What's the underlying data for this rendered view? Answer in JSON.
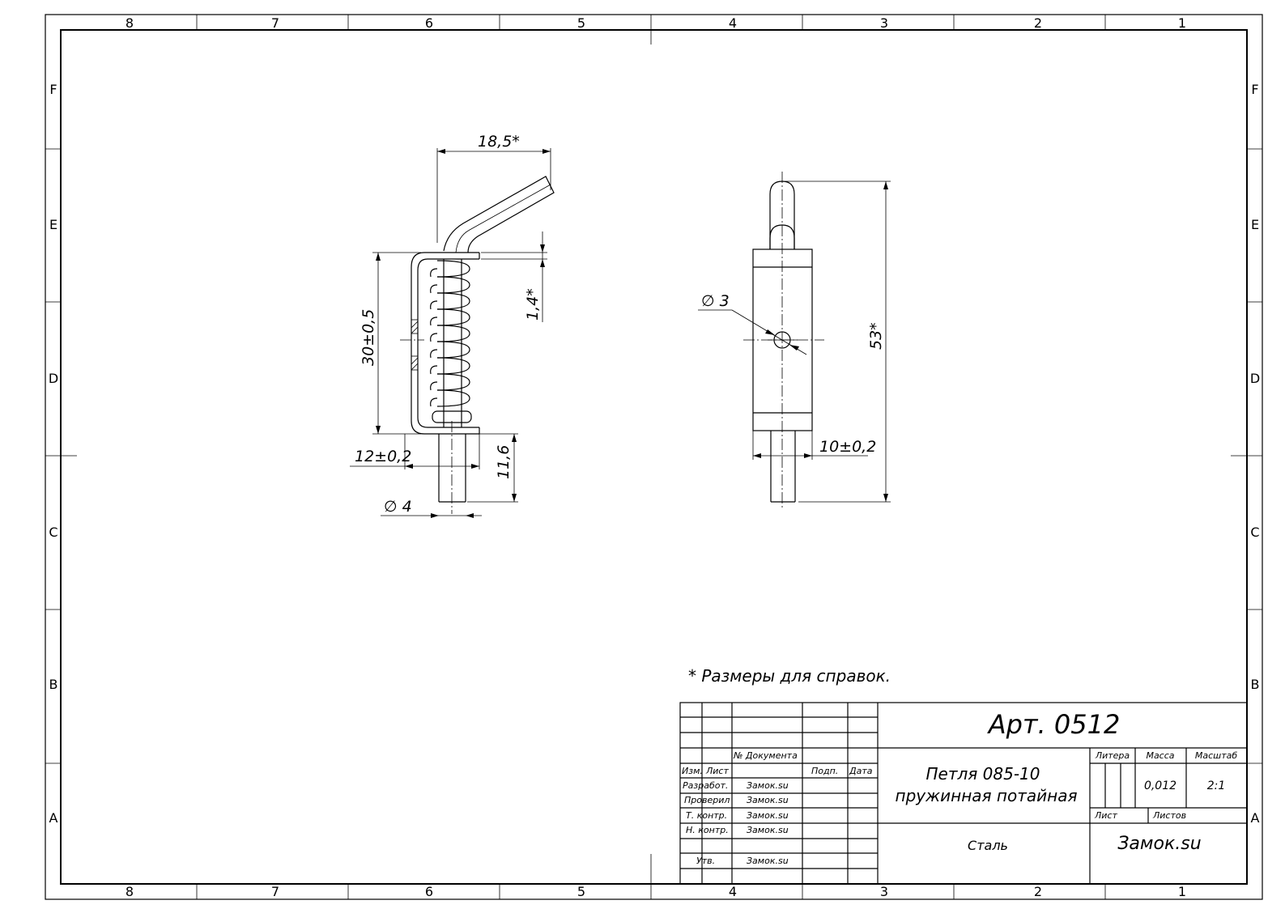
{
  "frame": {
    "zones_top": [
      "8",
      "7",
      "6",
      "5",
      "4",
      "3",
      "2",
      "1"
    ],
    "zones_side": [
      "F",
      "E",
      "D",
      "C",
      "B",
      "A"
    ]
  },
  "dimensions": {
    "width_top": "18,5*",
    "wall_gap": "1,4*",
    "height_bracket": "30±0,5",
    "bracket_width": "12±0,2",
    "pin_length": "11,6",
    "pin_diameter": "∅ 4",
    "hole_diameter": "∅ 3",
    "total_length": "53*",
    "body_width": "10±0,2"
  },
  "note": "* Размеры для справок.",
  "title_block": {
    "article": "Арт. 0512",
    "name_line1": "Петля 085-10",
    "name_line2": "пружинная потайная",
    "material": "Сталь",
    "company": "Замок.su",
    "headers": {
      "doc_no": "№ Документа",
      "izm": "Изм.",
      "list": "Лист",
      "podp": "Подп.",
      "data": "Дата",
      "litera": "Литера",
      "massa": "Масса",
      "masshtab": "Масштаб",
      "list2": "Лист",
      "listov": "Листов"
    },
    "mass": "0,012",
    "scale": "2:1",
    "roles": [
      {
        "role": "Разработ.",
        "name": "Замок.su"
      },
      {
        "role": "Проверил",
        "name": "Замок.su"
      },
      {
        "role": "Т. контр.",
        "name": "Замок.su"
      },
      {
        "role": "Н. контр.",
        "name": "Замок.su"
      },
      {
        "role": "Утв.",
        "name": "Замок.su"
      }
    ]
  }
}
